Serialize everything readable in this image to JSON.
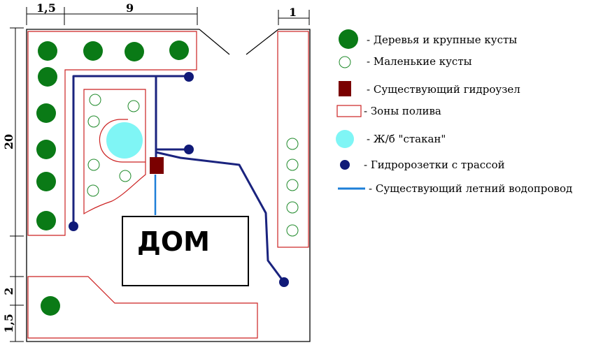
{
  "dimensions": {
    "top_left": "1,5",
    "top_middle": "9",
    "top_right": "1",
    "left_side": "20",
    "left_bottom_upper": "2",
    "left_bottom_lower": "1,5"
  },
  "house_label": "ДОМ",
  "legend": [
    {
      "icon": "large-tree-icon",
      "label": "- Деревья и крупные кусты"
    },
    {
      "icon": "small-bush-icon",
      "label": "- Маленькие кусты"
    },
    {
      "icon": "water-node-icon",
      "label": "- Существующий гидроузел"
    },
    {
      "icon": "irrigation-zone-icon",
      "label": "- Зоны полива"
    },
    {
      "icon": "concrete-well-icon",
      "label": "- Ж/б \"стакан\""
    },
    {
      "icon": "hydrant-icon",
      "label": "- Гидророзетки с трассой"
    },
    {
      "icon": "water-pipe-icon",
      "label": "- Существующий летний водопровод"
    }
  ],
  "colors": {
    "tree": "#0a7a16",
    "bush_stroke": "#1f8a2a",
    "zone_stroke": "#cc2222",
    "hydrant": "#101a78",
    "pipe": "#1a237e",
    "water_node": "#7a0000",
    "well": "#7ff5f5",
    "legend_pipe": "#1e7fd8"
  }
}
